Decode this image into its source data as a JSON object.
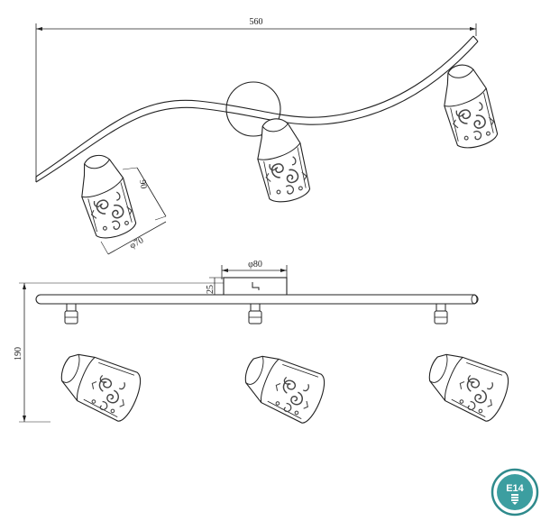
{
  "dimensions": {
    "overall_length": "560",
    "shade_height": "90",
    "shade_diameter": "φ70",
    "base_diameter": "φ80",
    "base_height": "25",
    "total_height": "190"
  },
  "badge": {
    "label": "E14",
    "ring_color": "#2f8a8c",
    "fill_color": "#3c9ea0"
  },
  "colors": {
    "line": "#222222",
    "swirl": "#444444"
  }
}
